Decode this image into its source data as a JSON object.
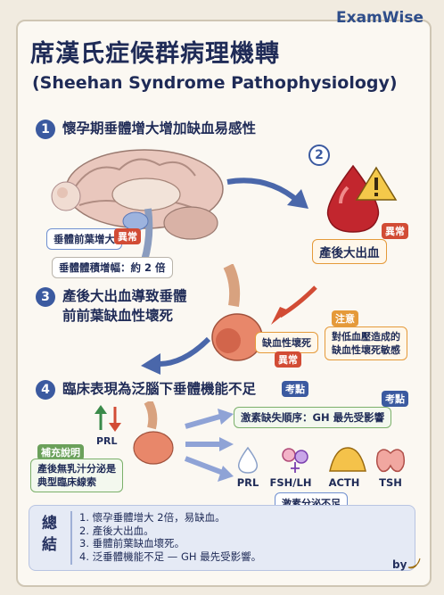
{
  "brand": "ExamWise",
  "title": "席漢氏症候群病理機轉",
  "subtitle": "(Sheehan Syndrome Pathophysiology)",
  "steps": [
    {
      "num": "1",
      "text": "懷孕期垂體增大增加缺血易感性"
    },
    {
      "num": "2"
    },
    {
      "num": "3",
      "line1": "產後大出血導致垂體",
      "line2": "前前葉缺血性壞死"
    },
    {
      "num": "4",
      "text": "臨床表現為泛腦下垂體機能不足"
    }
  ],
  "labels": {
    "pituitary_enlarged": "垂體前葉增大",
    "abnormal": "異常",
    "volume_increase": "垂體體積增幅：約 2 倍",
    "pph": "產後大出血",
    "ischemic_necrosis": "缺血性壞死",
    "note_tag": "注意",
    "note_line1": "對低血壓造成的",
    "note_line2": "缺血性壞死敏感",
    "exam_point": "考點",
    "hormone_order": "激素缺失順序：GH 最先受影響",
    "supplement_tag": "補充說明",
    "supplement_line1": "產後無乳汁分泌是",
    "supplement_line2": "典型臨床線索",
    "prl_small": "PRL",
    "hormone_deficiency": "激素分泌不足",
    "summary_title_1": "總",
    "summary_title_2": "結",
    "by": "by"
  },
  "hormones": [
    "PRL",
    "FSH/LH",
    "ACTH",
    "TSH"
  ],
  "summary_items": [
    "1. 懷孕垂體增大 2倍，易缺血。",
    "2. 產後大出血。",
    "3. 垂體前葉缺血壞死。",
    "4. 泛垂體機能不足 — GH 最先受影響。"
  ],
  "colors": {
    "navy": "#1f2b57",
    "blue": "#3b5aa0",
    "red": "#d24c35",
    "orange": "#e59a3a",
    "green": "#7bb06a"
  },
  "icons": [
    "brain-illustration",
    "fetus-icon",
    "blood-drop-icon",
    "warning-icon",
    "pituitary-illustration",
    "arrow-up-icon",
    "arrow-down-icon",
    "milk-drop-icon",
    "gender-icon",
    "adrenal-icon",
    "thyroid-icon",
    "banana-icon"
  ]
}
